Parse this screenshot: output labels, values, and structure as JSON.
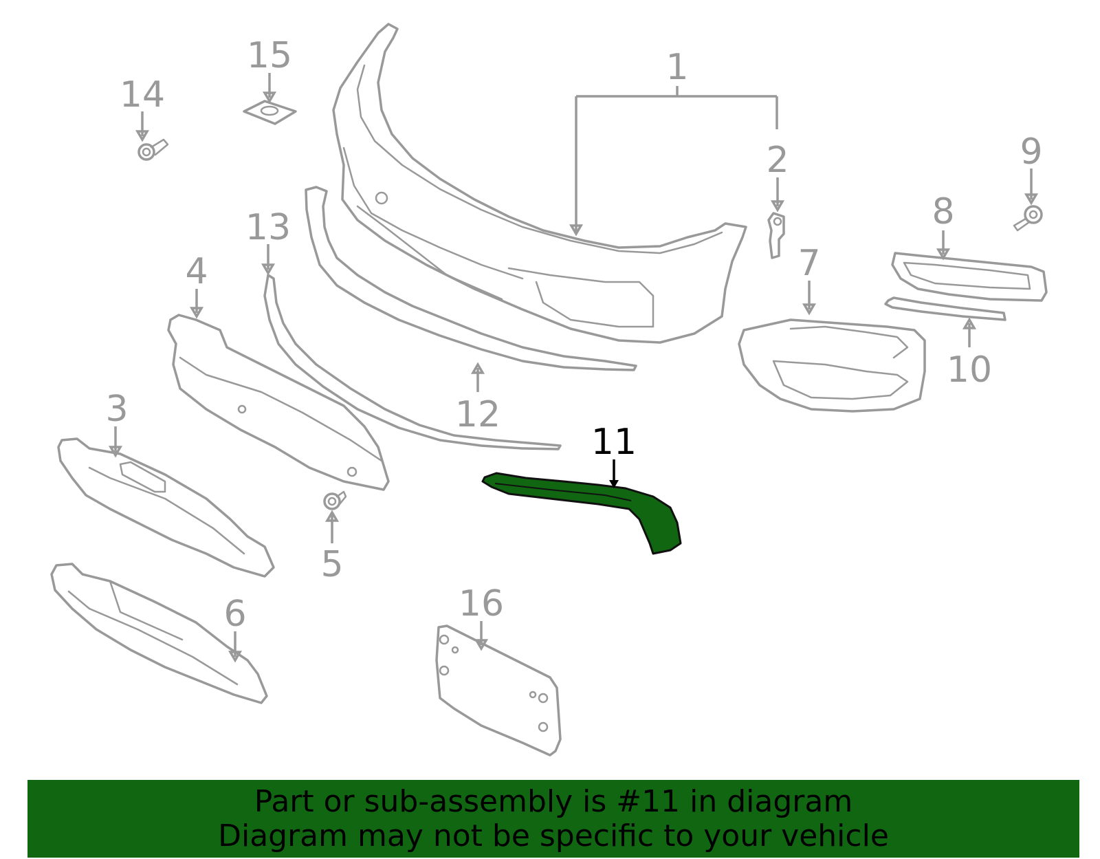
{
  "diagram": {
    "callouts": [
      {
        "id": "1",
        "label": "1"
      },
      {
        "id": "2",
        "label": "2"
      },
      {
        "id": "3",
        "label": "3"
      },
      {
        "id": "4",
        "label": "4"
      },
      {
        "id": "5",
        "label": "5"
      },
      {
        "id": "6",
        "label": "6"
      },
      {
        "id": "7",
        "label": "7"
      },
      {
        "id": "8",
        "label": "8"
      },
      {
        "id": "9",
        "label": "9"
      },
      {
        "id": "10",
        "label": "10"
      },
      {
        "id": "11",
        "label": "11"
      },
      {
        "id": "12",
        "label": "12"
      },
      {
        "id": "13",
        "label": "13"
      },
      {
        "id": "14",
        "label": "14"
      },
      {
        "id": "15",
        "label": "15"
      },
      {
        "id": "16",
        "label": "16"
      }
    ],
    "highlighted_part": "11",
    "colors": {
      "highlight": "#116611",
      "part_line": "#999999",
      "banner": "#116611"
    }
  },
  "banner": {
    "line1": "Part or sub-assembly is #11 in diagram",
    "line2": "Diagram may not be specific to your vehicle"
  }
}
